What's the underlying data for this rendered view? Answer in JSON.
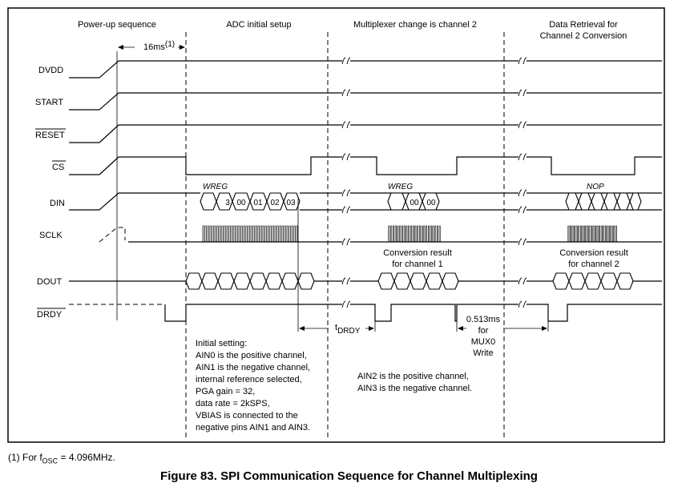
{
  "phases": {
    "powerup": "Power-up sequence",
    "adc_setup": "ADC initial setup",
    "mux_change": "Multiplexer change is channel 2",
    "retrieval_line1": "Data Retrieval for",
    "retrieval_line2": "Channel 2 Conversion"
  },
  "signals": {
    "dvdd": "DVDD",
    "start": "START",
    "reset": "RESET",
    "cs": "CS",
    "din": "DIN",
    "sclk": "SCLK",
    "dout": "DOUT",
    "drdy": "DRDY"
  },
  "timing": {
    "delay": "16ms",
    "delay_note": "(1)",
    "tdrdy_t": "t",
    "tdrdy_sub": "DRDY",
    "mux_line1": "0.513ms",
    "mux_line2": "for",
    "mux_line3": "MUX0",
    "mux_line4": "Write"
  },
  "din": {
    "cmd1": "WREG",
    "bytes1": [
      "3",
      "00",
      "01",
      "02",
      "03"
    ],
    "cmd2": "WREG",
    "bytes2": [
      "00",
      "00"
    ],
    "cmd3": "NOP"
  },
  "dout": {
    "result1_line1": "Conversion result",
    "result1_line2": "for channel 1",
    "result2_line1": "Conversion result",
    "result2_line2": "for channel 2"
  },
  "notes": {
    "initial": [
      "Initial setting:",
      "AIN0 is the positive channel,",
      "AIN1 is the negative channel,",
      "internal reference selected,",
      "PGA gain = 32,",
      "data rate = 2kSPS,",
      "VBIAS is connected to the",
      "negative pins AIN1 and AIN3."
    ],
    "mux": [
      "AIN2 is the positive channel,",
      "AIN3 is the negative channel."
    ]
  },
  "footnote": {
    "prefix": "(1) For f",
    "sub": "OSC",
    "suffix": " = 4.096MHz."
  },
  "caption": "Figure 83.  SPI Communication Sequence for Channel Multiplexing"
}
